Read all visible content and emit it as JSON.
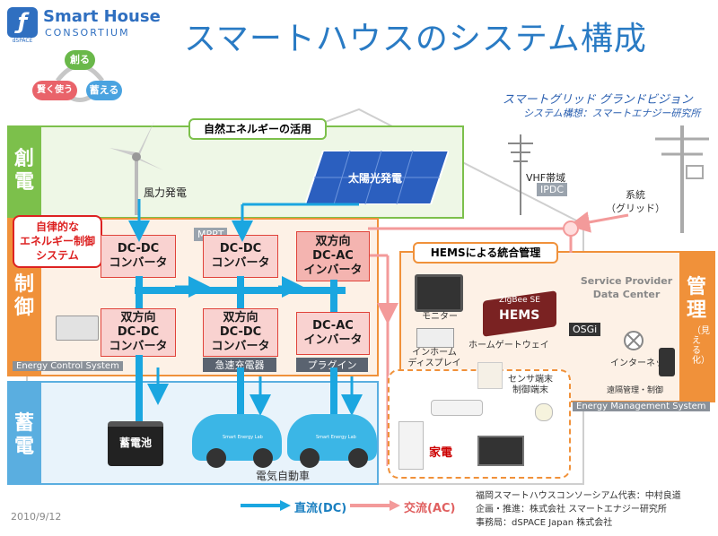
{
  "header": {
    "logo_line1": "Smart House",
    "logo_line2": "CONSORTIUM",
    "logo_badge": "dSPACE",
    "title": "スマートハウスのシステム構成",
    "cycle": [
      "創る",
      "賢く使う",
      "蓄える"
    ]
  },
  "vision": {
    "line1": "スマートグリッド グランドビジョン",
    "line2": "システム構想：スマートエナジー研究所"
  },
  "bands": {
    "create": "創電",
    "control": "制御",
    "store": "蓄電",
    "manage": "管理",
    "visualize": "（見える化）"
  },
  "callouts": {
    "natural": "自然エネルギーの活用",
    "autonomous": "自律的な\nエネルギー制御\nシステム",
    "hems": "HEMSによる統合管理"
  },
  "labels": {
    "wind": "風力発電",
    "solar": "太陽光発電",
    "vhf": "VHF帯域",
    "ipdc": "IPDC",
    "grid": "系統\n（グリッド）",
    "mppt": "MPPT",
    "ecs": "Energy Control System",
    "ems": "Energy Management System",
    "rapid": "急速充電器",
    "plugin": "プラグイン",
    "battery": "蓄電池",
    "ev": "電気自動車",
    "monitor": "モニター",
    "home_gw": "ホームゲートウェイ",
    "in_home_display": "インホーム\nディスプレイ",
    "sensor": "センサ端末\n制御端末",
    "spdc": "Service Provider\nData Center",
    "osgi": "OSGi",
    "internet": "インターネット",
    "remote": "遠隔管理・制御",
    "appliances": "家電",
    "zigbee": "ZigBee SE",
    "hems": "HEMS",
    "car_brand": "Smart Energy Lab"
  },
  "boxes": {
    "dcdc1": "DC-DC\nコンバータ",
    "dcdc2": "DC-DC\nコンバータ",
    "biac1": "双方向\nDC-AC\nインバータ",
    "bidc": "双方向\nDC-DC\nコンバータ",
    "bidc2": "双方向\nDC-DC\nコンバータ",
    "dcac": "DC-AC\nインバータ"
  },
  "legend": {
    "dc": "直流(DC)",
    "ac": "交流(AC)"
  },
  "footer": {
    "date": "2010/9/12",
    "line1": "福岡スマートハウスコンソーシアム代表：中村良道",
    "line2": "企画・推進：株式会社 スマートエナジー研究所",
    "line3": "事務局：dSPACE Japan 株式会社"
  },
  "colors": {
    "create": "#7cc04b",
    "control": "#f0913a",
    "store": "#5aaee0",
    "dc_arrow": "#1aa6e0",
    "ac_arrow": "#f39a9a",
    "title": "#2a7bc4"
  }
}
